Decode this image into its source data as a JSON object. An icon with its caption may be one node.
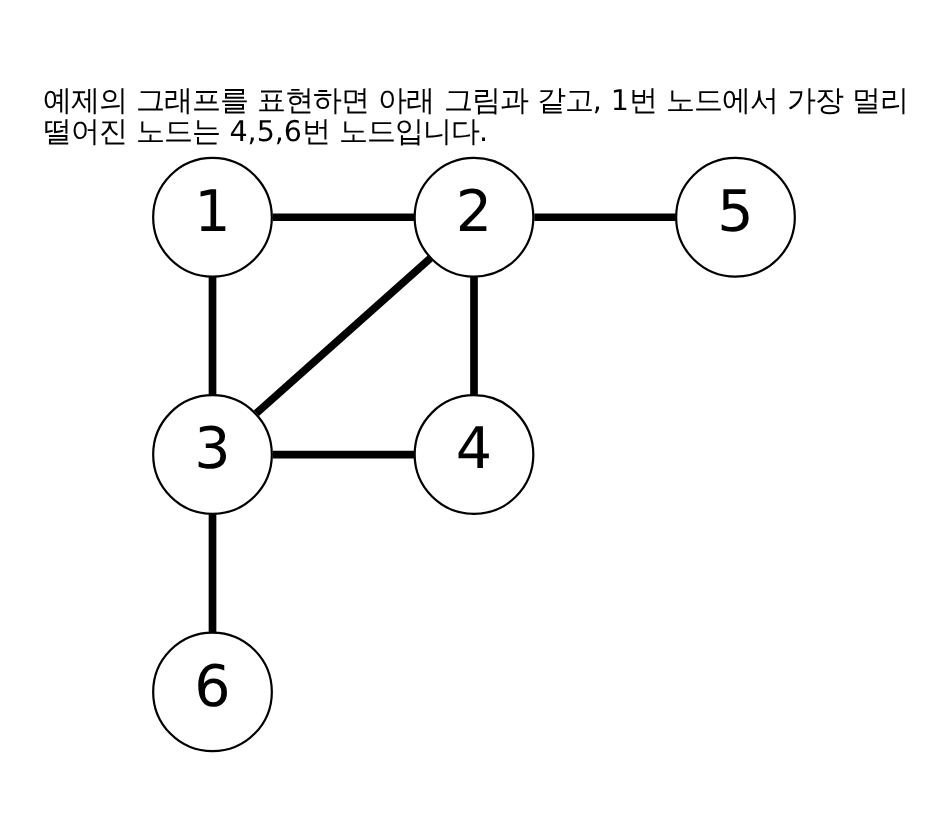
{
  "diagram": {
    "title": "예제의 그래프를 표현하면 아래 그림과 같고, 1번 노드에서 가장 멀리 떨어진 노드는 4,5,6번 노드입니다.",
    "nodes": [
      {
        "text": [
          "1"
        ]
      },
      {
        "text": [
          "2"
        ]
      },
      {
        "text": [
          "3"
        ]
      },
      {
        "text": [
          "4"
        ]
      },
      {
        "text": [
          "5"
        ]
      },
      {
        "text": [
          "6"
        ]
      }
    ],
    "edges": [
      {
        "from": 0,
        "to": 1,
        "arrow": "none"
      },
      {
        "from": 1,
        "to": 4,
        "arrow": "none"
      },
      {
        "from": 0,
        "to": 2,
        "arrow": "none"
      },
      {
        "from": 1,
        "to": 2,
        "arrow": "none"
      },
      {
        "from": 1,
        "to": 3,
        "arrow": "none"
      },
      {
        "from": 2,
        "to": 3,
        "arrow": "none"
      },
      {
        "from": 2,
        "to": 5,
        "arrow": "none"
      }
    ]
  }
}
